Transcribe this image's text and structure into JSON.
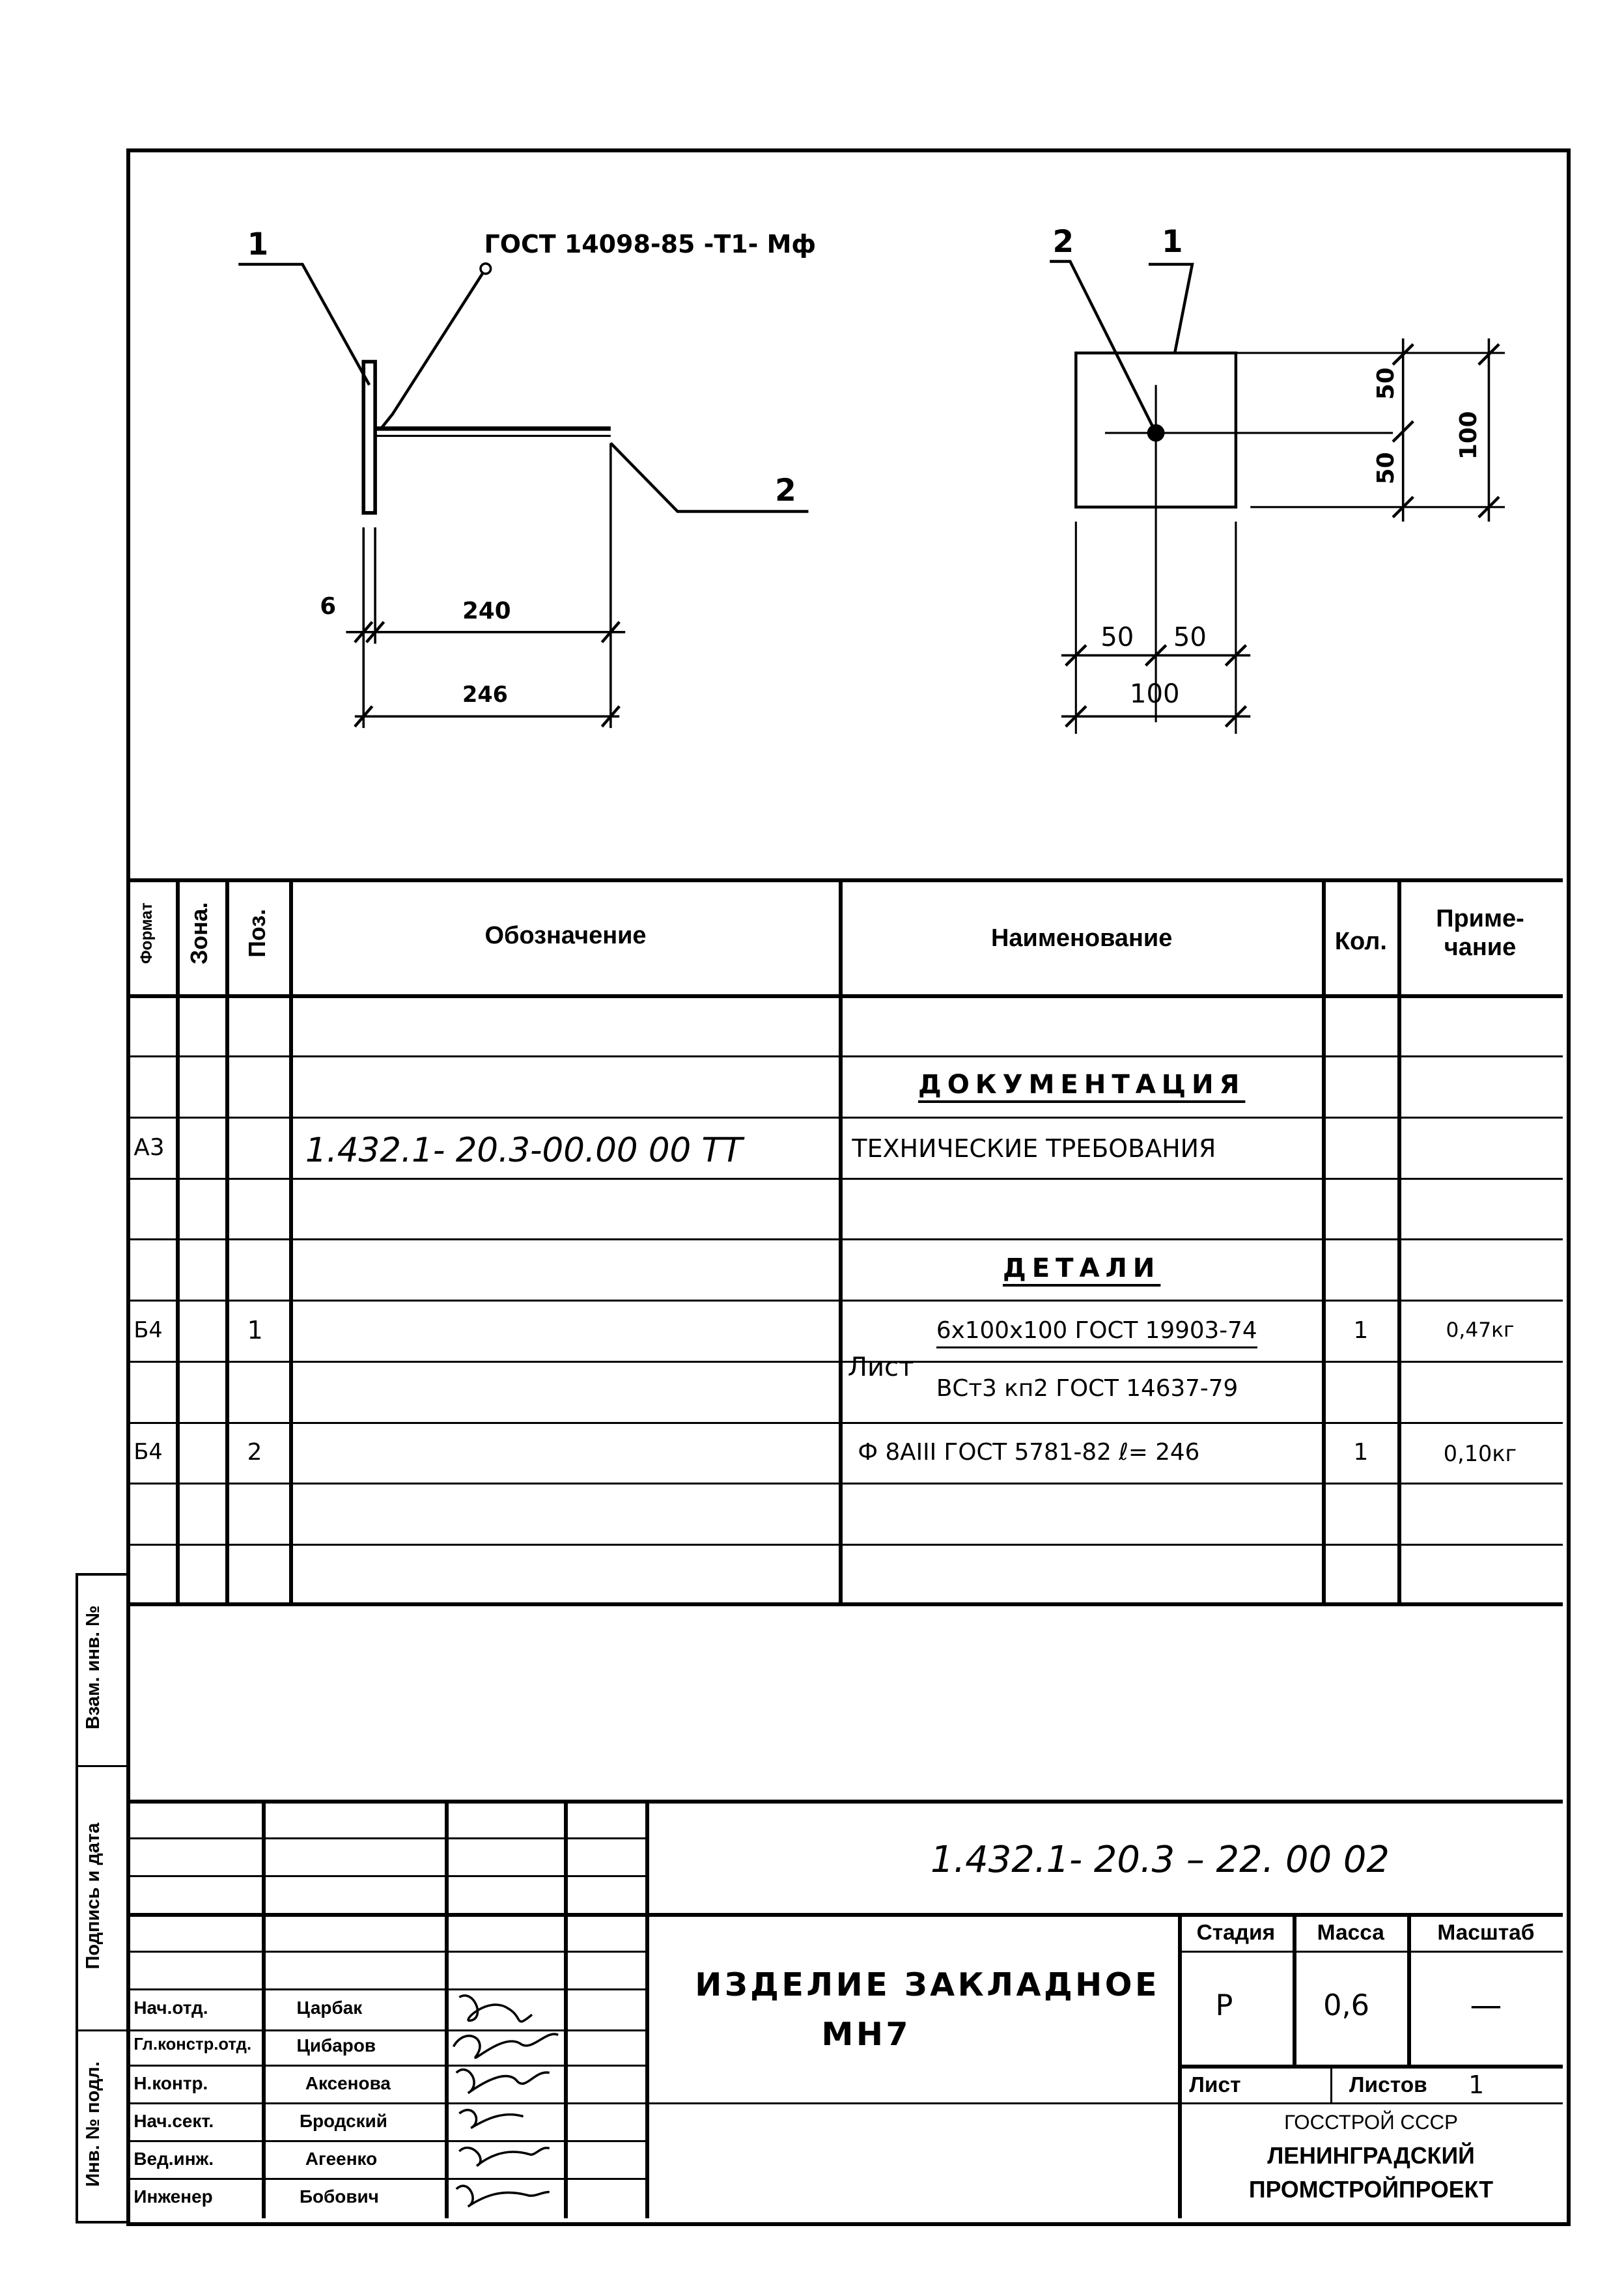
{
  "drawing": {
    "weld_symbol": "ГОСТ 14098-85 -Т1- Мф",
    "side_view": {
      "callout_plate": "1",
      "callout_bar": "2",
      "dim_thickness": "6",
      "dim_bar": "240",
      "dim_total": "246"
    },
    "front_view": {
      "callout_bar": "2",
      "callout_plate": "1",
      "dim_v_half_top": "50",
      "dim_v_half_bottom": "50",
      "dim_v_total": "100",
      "dim_h_half_left": "50",
      "dim_h_half_right": "50",
      "dim_h_total": "100"
    }
  },
  "spec_table": {
    "headers": {
      "format": "Формат",
      "zone": "Зона.",
      "pos": "Поз.",
      "designation": "Обозначение",
      "name": "Наименование",
      "qty": "Кол.",
      "note": "Приме- чание"
    },
    "rows": [
      {
        "format": "",
        "zone": "",
        "pos": "",
        "designation": "",
        "name": "",
        "qty": "",
        "note": ""
      },
      {
        "format": "",
        "zone": "",
        "pos": "",
        "designation": "",
        "name": "ДОКУМЕНТАЦИЯ",
        "qty": "",
        "note": ""
      },
      {
        "format": "А3",
        "zone": "",
        "pos": "",
        "designation": "1.432.1- 20.3-00.00 00 ТТ",
        "name": "ТЕХНИЧЕСКИЕ ТРЕБОВАНИЯ",
        "qty": "",
        "note": ""
      },
      {
        "format": "",
        "zone": "",
        "pos": "",
        "designation": "",
        "name": "",
        "qty": "",
        "note": ""
      },
      {
        "format": "",
        "zone": "",
        "pos": "",
        "designation": "",
        "name": "ДЕТАЛИ",
        "qty": "",
        "note": ""
      },
      {
        "format": "Б4",
        "zone": "",
        "pos": "1",
        "designation": "",
        "name": "",
        "qty": "1",
        "note": "0,47кг"
      },
      {
        "format": "",
        "zone": "",
        "pos": "",
        "designation": "",
        "name": "",
        "qty": "",
        "note": ""
      },
      {
        "format": "Б4",
        "zone": "",
        "pos": "2",
        "designation": "",
        "name": "Ф 8АIII ГОСТ 5781-82 ℓ= 246",
        "qty": "1",
        "note": "0,10кг"
      },
      {
        "format": "",
        "zone": "",
        "pos": "",
        "designation": "",
        "name": "",
        "qty": "",
        "note": ""
      },
      {
        "format": "",
        "zone": "",
        "pos": "",
        "designation": "",
        "name": "",
        "qty": "",
        "note": ""
      }
    ],
    "sheet_material": {
      "prefix": "Лист",
      "top": "6х100х100 ГОСТ 19903-74",
      "bottom": "ВСт3 кп2 ГОСТ 14637-79"
    }
  },
  "side_strip": {
    "labels": [
      "Взам. инв. №",
      "Подпись и дата",
      "Инв. № подл."
    ]
  },
  "title_block": {
    "document_code": "1.432.1- 20.3 – 22. 00 02",
    "product_name_line1": "ИЗДЕЛИЕ ЗАКЛАДНОЕ",
    "product_name_line2": "МН7",
    "stage_label": "Стадия",
    "mass_label": "Масса",
    "scale_label": "Масштаб",
    "stage_value": "Р",
    "mass_value": "0,6",
    "scale_value": "—",
    "sheet_label": "Лист",
    "sheets_label": "Листов",
    "sheets_value": "1",
    "org_line1": "ГОССТРОЙ СССР",
    "org_line2": "ЛЕНИНГРАДСКИЙ",
    "org_line3": "ПРОМСТРОЙПРОЕКТ",
    "signatures": [
      {
        "role": "Нач.отд.",
        "name": "Царбак"
      },
      {
        "role": "Гл.констр.отд.",
        "name": "Цибаров"
      },
      {
        "role": "Н.контр.",
        "name": "Аксенова"
      },
      {
        "role": "Нач.сект.",
        "name": "Бродский"
      },
      {
        "role": "Вед.инж.",
        "name": "Агеенко"
      },
      {
        "role": "Инженер",
        "name": "Бобович"
      }
    ]
  }
}
